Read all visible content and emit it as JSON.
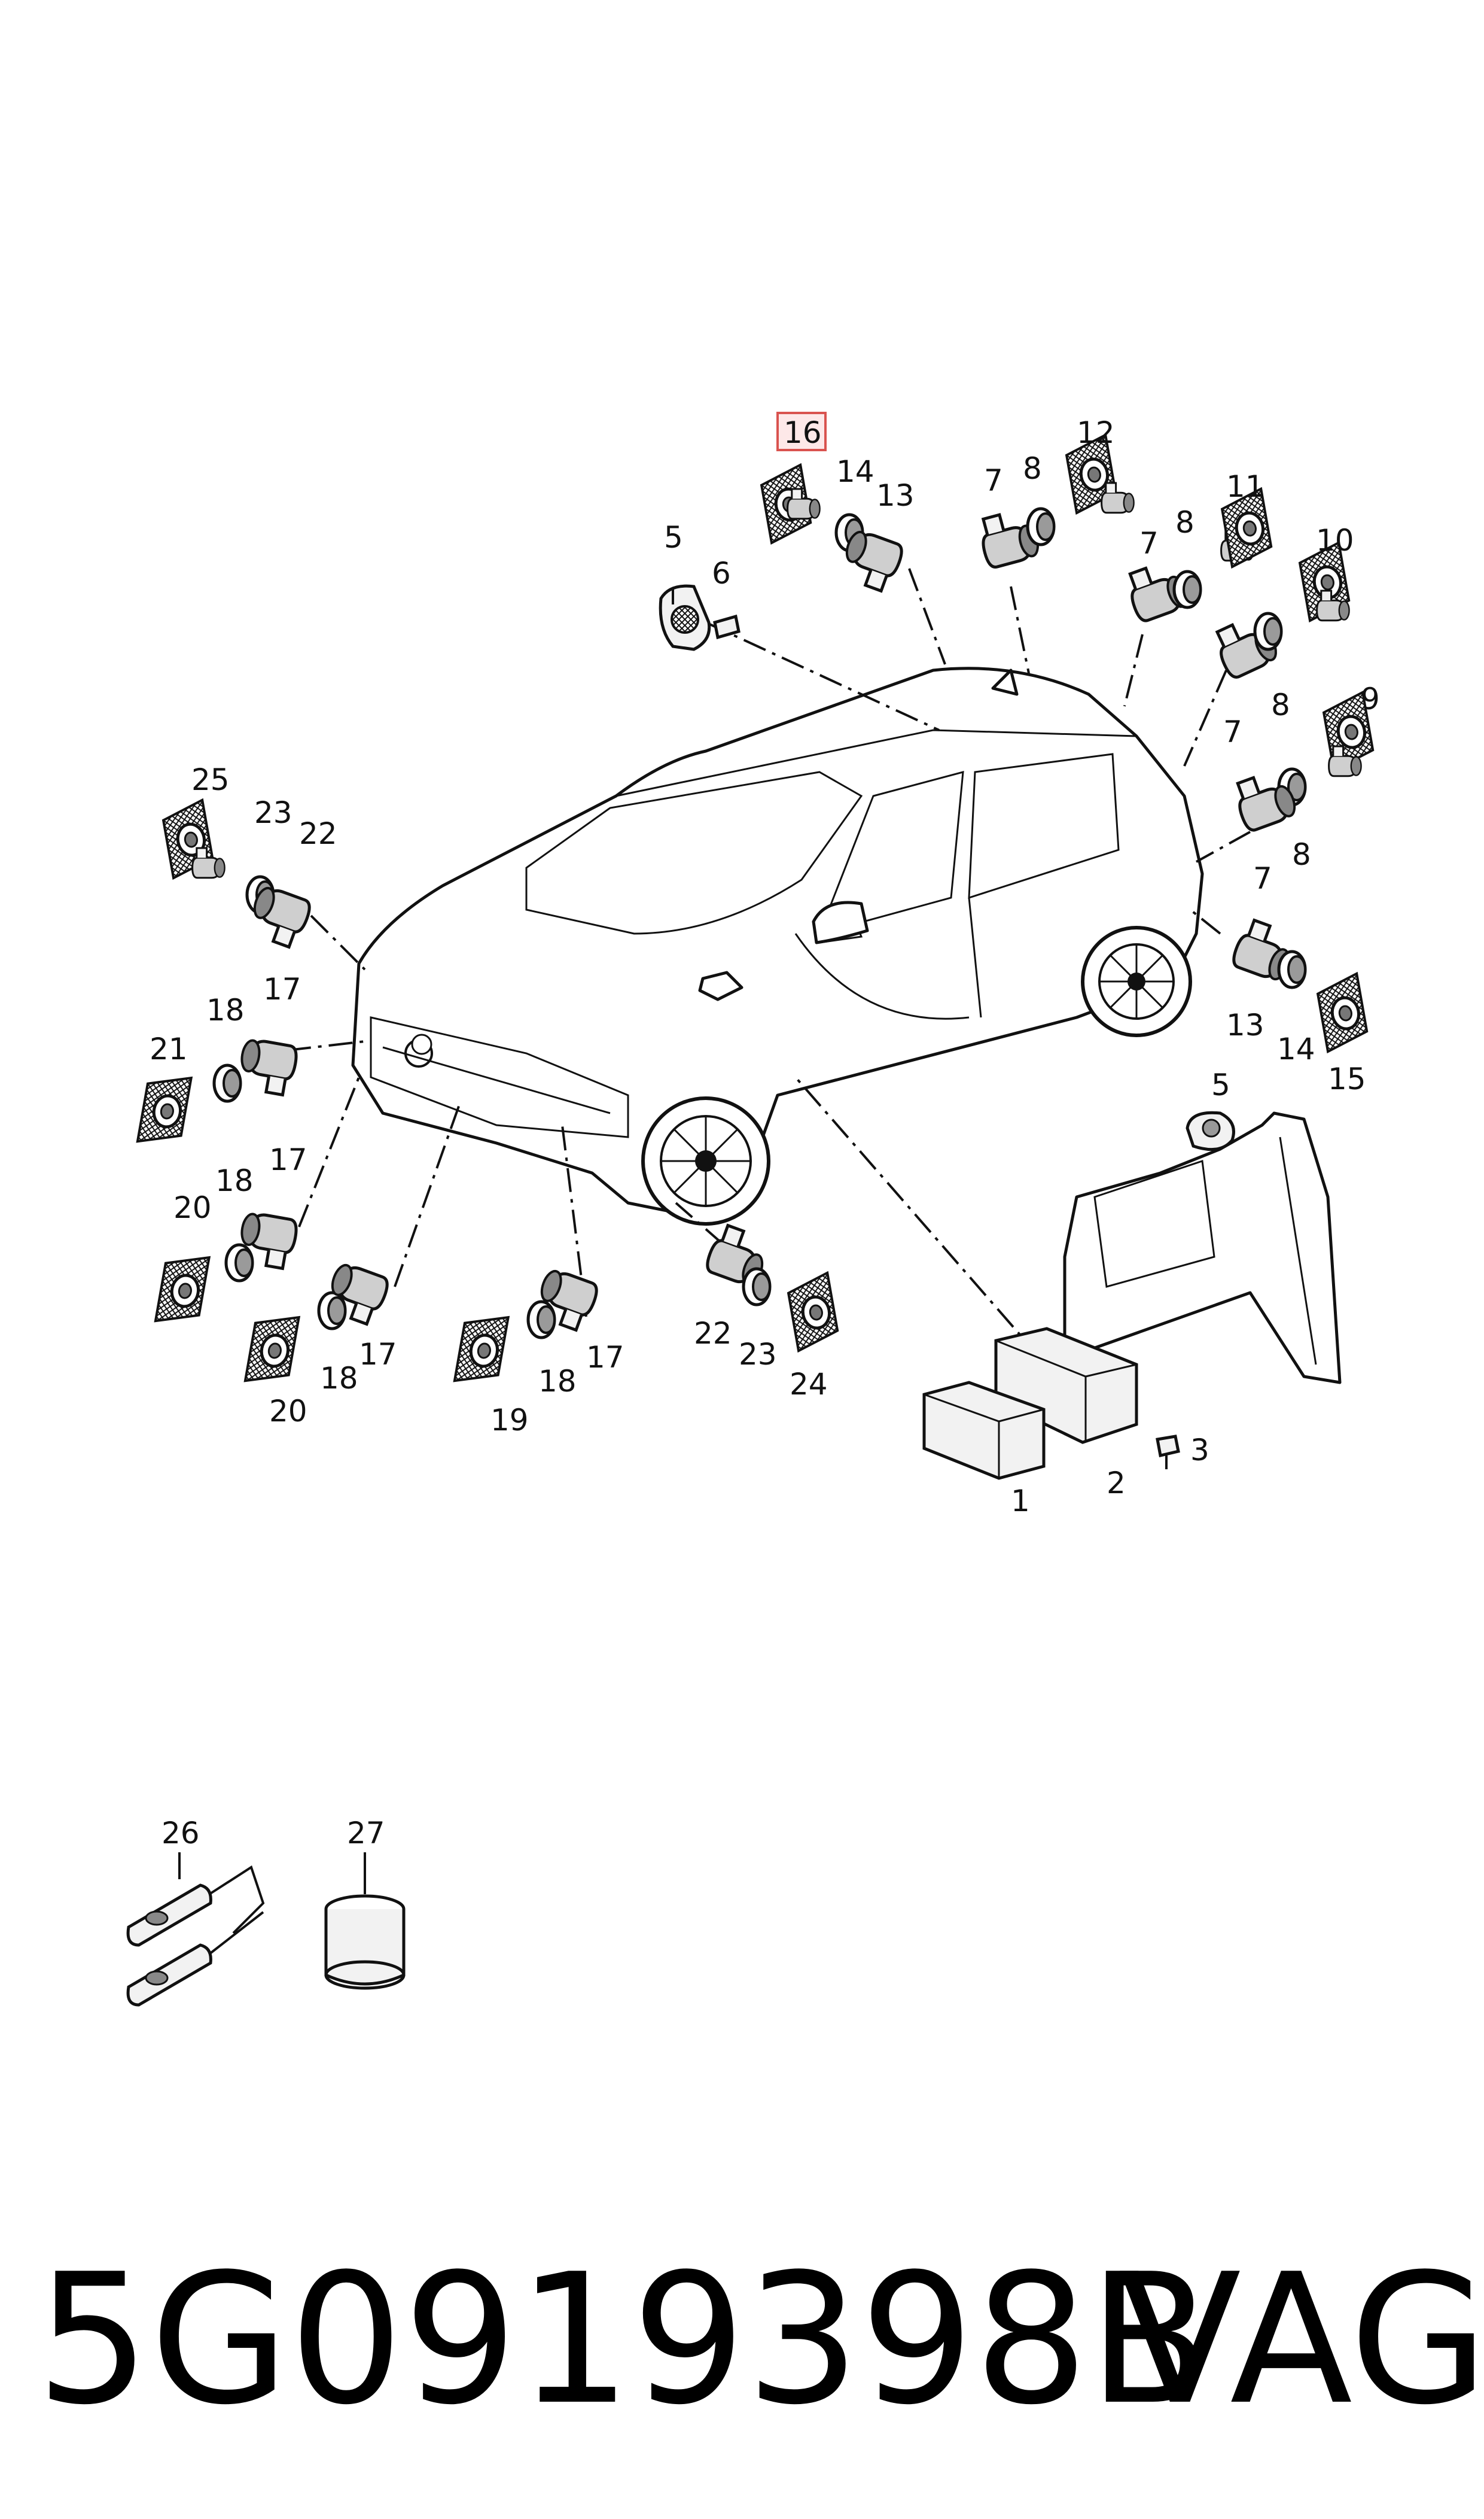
{
  "diagram": {
    "highlighted_callout": "16",
    "highlight_color": "#d9534f",
    "callouts": [
      {
        "id": "c16",
        "text": "16"
      },
      {
        "id": "c14a",
        "text": "14"
      },
      {
        "id": "c13a",
        "text": "13"
      },
      {
        "id": "c7a",
        "text": "7"
      },
      {
        "id": "c8a",
        "text": "8"
      },
      {
        "id": "c12",
        "text": "12"
      },
      {
        "id": "c11",
        "text": "11"
      },
      {
        "id": "c10",
        "text": "10"
      },
      {
        "id": "c7b",
        "text": "7"
      },
      {
        "id": "c8b",
        "text": "8"
      },
      {
        "id": "c5a",
        "text": "5"
      },
      {
        "id": "c6",
        "text": "6"
      },
      {
        "id": "c8c",
        "text": "8"
      },
      {
        "id": "c7c",
        "text": "7"
      },
      {
        "id": "c9",
        "text": "9"
      },
      {
        "id": "c8d",
        "text": "8"
      },
      {
        "id": "c7d",
        "text": "7"
      },
      {
        "id": "c25",
        "text": "25"
      },
      {
        "id": "c23a",
        "text": "23"
      },
      {
        "id": "c22a",
        "text": "22"
      },
      {
        "id": "c13b",
        "text": "13"
      },
      {
        "id": "c14b",
        "text": "14"
      },
      {
        "id": "c15",
        "text": "15"
      },
      {
        "id": "c17a",
        "text": "17"
      },
      {
        "id": "c18a",
        "text": "18"
      },
      {
        "id": "c21",
        "text": "21"
      },
      {
        "id": "c5b",
        "text": "5"
      },
      {
        "id": "c17b",
        "text": "17"
      },
      {
        "id": "c18b",
        "text": "18"
      },
      {
        "id": "c20a",
        "text": "20"
      },
      {
        "id": "c22b",
        "text": "22"
      },
      {
        "id": "c23b",
        "text": "23"
      },
      {
        "id": "c24",
        "text": "24"
      },
      {
        "id": "c18c",
        "text": "18"
      },
      {
        "id": "c17c",
        "text": "17"
      },
      {
        "id": "c20b",
        "text": "20"
      },
      {
        "id": "c18d",
        "text": "18"
      },
      {
        "id": "c17d",
        "text": "17"
      },
      {
        "id": "c19",
        "text": "19"
      },
      {
        "id": "c3",
        "text": "3"
      },
      {
        "id": "c2",
        "text": "2"
      },
      {
        "id": "c1",
        "text": "1"
      },
      {
        "id": "c26",
        "text": "26"
      },
      {
        "id": "c27",
        "text": "27"
      }
    ]
  },
  "footer": {
    "part_number": "5G0919398B",
    "brand": "VAG"
  }
}
